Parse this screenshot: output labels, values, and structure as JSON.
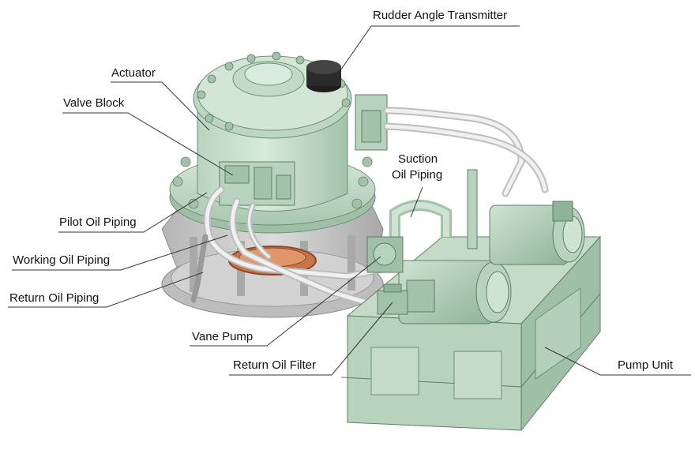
{
  "labels": {
    "rudder_angle_transmitter": "Rudder Angle Transmitter",
    "actuator": "Actuator",
    "valve_block": "Valve Block",
    "suction_oil_piping_line1": "Suction",
    "suction_oil_piping_line2": "Oil Piping",
    "pilot_oil_piping": "Pilot Oil Piping",
    "working_oil_piping": "Working Oil Piping",
    "return_oil_piping": "Return Oil Piping",
    "vane_pump": "Vane Pump",
    "return_oil_filter": "Return Oil Filter",
    "pump_unit": "Pump Unit"
  },
  "colors": {
    "machine_green": "#cfe3d2",
    "machine_green_dark": "#9fbfa6",
    "machine_green_shadow": "#7fa487",
    "base_grey": "#c9c9c9",
    "base_grey_dark": "#9b9b9b",
    "copper": "#c8734a",
    "pipe": "#e6e6e6",
    "leader_line": "#333333"
  }
}
